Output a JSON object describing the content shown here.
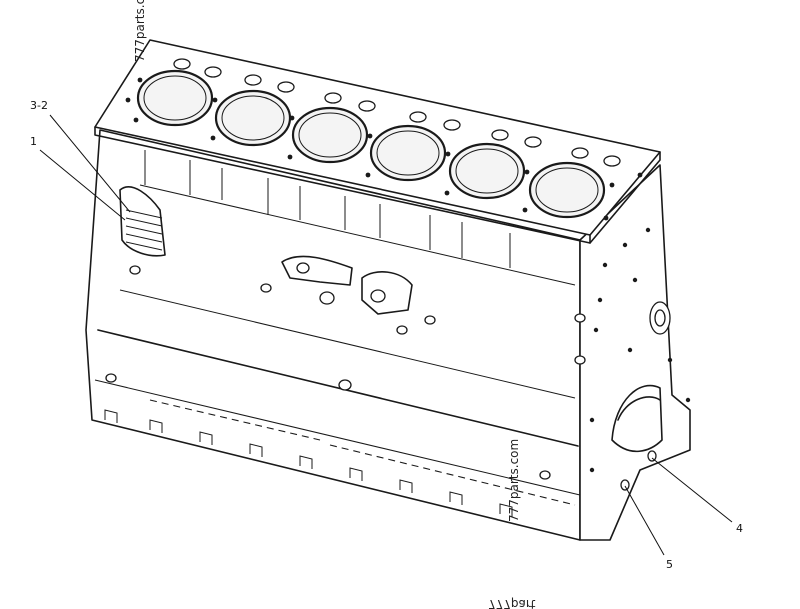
{
  "callouts": {
    "c32": "3-2",
    "c1": "1",
    "c4": "4",
    "c5": "5"
  },
  "watermarks": {
    "top": "777parts.c",
    "middle": "777parts.com",
    "bottom": "777part"
  }
}
